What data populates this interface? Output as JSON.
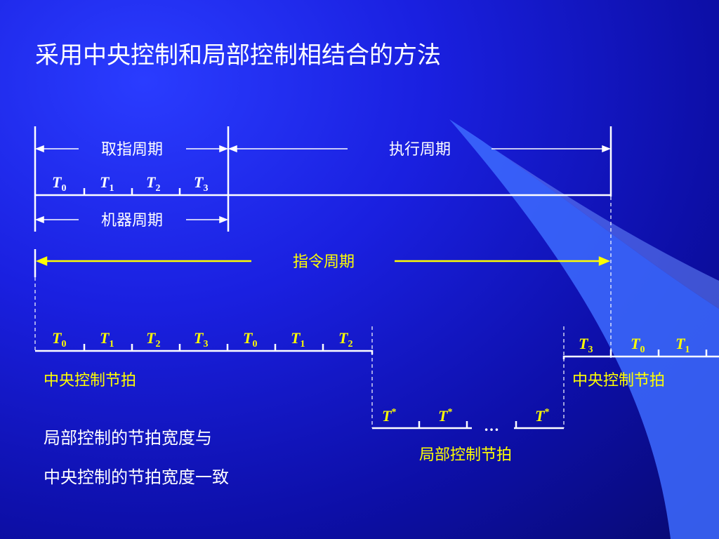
{
  "title": "采用中央控制和局部控制相结合的方法",
  "labels": {
    "fetch_cycle": "取指周期",
    "exec_cycle": "执行周期",
    "machine_cycle": "机器周期",
    "instr_cycle": "指令周期",
    "central_beat_left": "中央控制节拍",
    "central_beat_right": "中央控制节拍",
    "local_beat": "局部控制节拍",
    "ellipsis": "…",
    "note_line1": "局部控制的节拍宽度与",
    "note_line2": "中央控制的节拍宽度一致"
  },
  "beats_top": [
    {
      "base": "T",
      "sub": "0"
    },
    {
      "base": "T",
      "sub": "1"
    },
    {
      "base": "T",
      "sub": "2"
    },
    {
      "base": "T",
      "sub": "3"
    }
  ],
  "beats_central_left": [
    {
      "base": "T",
      "sub": "0"
    },
    {
      "base": "T",
      "sub": "1"
    },
    {
      "base": "T",
      "sub": "2"
    },
    {
      "base": "T",
      "sub": "3"
    },
    {
      "base": "T",
      "sub": "0"
    },
    {
      "base": "T",
      "sub": "1"
    },
    {
      "base": "T",
      "sub": "2"
    }
  ],
  "beats_central_right": [
    {
      "base": "T",
      "sub": "3"
    },
    {
      "base": "T",
      "sub": "0"
    },
    {
      "base": "T",
      "sub": "1"
    }
  ],
  "beats_local": [
    {
      "base": "T",
      "sup": "*"
    },
    {
      "base": "T",
      "sup": "*"
    },
    {
      "base": "T",
      "sup": "*"
    }
  ],
  "colors": {
    "white": "#ffffff",
    "yellow": "#ffff00",
    "accent": "#3a66ff"
  }
}
